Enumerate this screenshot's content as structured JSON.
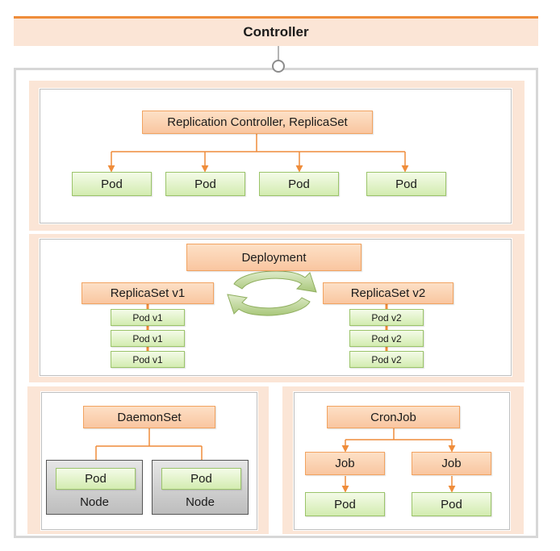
{
  "header": {
    "title": "Controller"
  },
  "replication": {
    "controller_label": "Replication Controller, ReplicaSet",
    "pods": [
      "Pod",
      "Pod",
      "Pod",
      "Pod"
    ]
  },
  "deployment": {
    "label": "Deployment",
    "replicaset_v1": "ReplicaSet v1",
    "replicaset_v2": "ReplicaSet v2",
    "pods_v1": [
      "Pod v1",
      "Pod v1",
      "Pod v1"
    ],
    "pods_v2": [
      "Pod v2",
      "Pod v2",
      "Pod v2"
    ]
  },
  "daemonset": {
    "label": "DaemonSet",
    "nodes": [
      {
        "pod": "Pod",
        "node": "Node"
      },
      {
        "pod": "Pod",
        "node": "Node"
      }
    ]
  },
  "cronjob": {
    "label": "CronJob",
    "jobs": [
      {
        "job": "Job",
        "pod": "Pod"
      },
      {
        "job": "Job",
        "pod": "Pod"
      }
    ]
  },
  "colors": {
    "accent_orange": "#ef8c3a",
    "band_peach": "#fbe5d6",
    "pod_green": "#d3ecb0",
    "node_gray": "#bdbdbd",
    "cycle_green": "#a9c77a"
  }
}
